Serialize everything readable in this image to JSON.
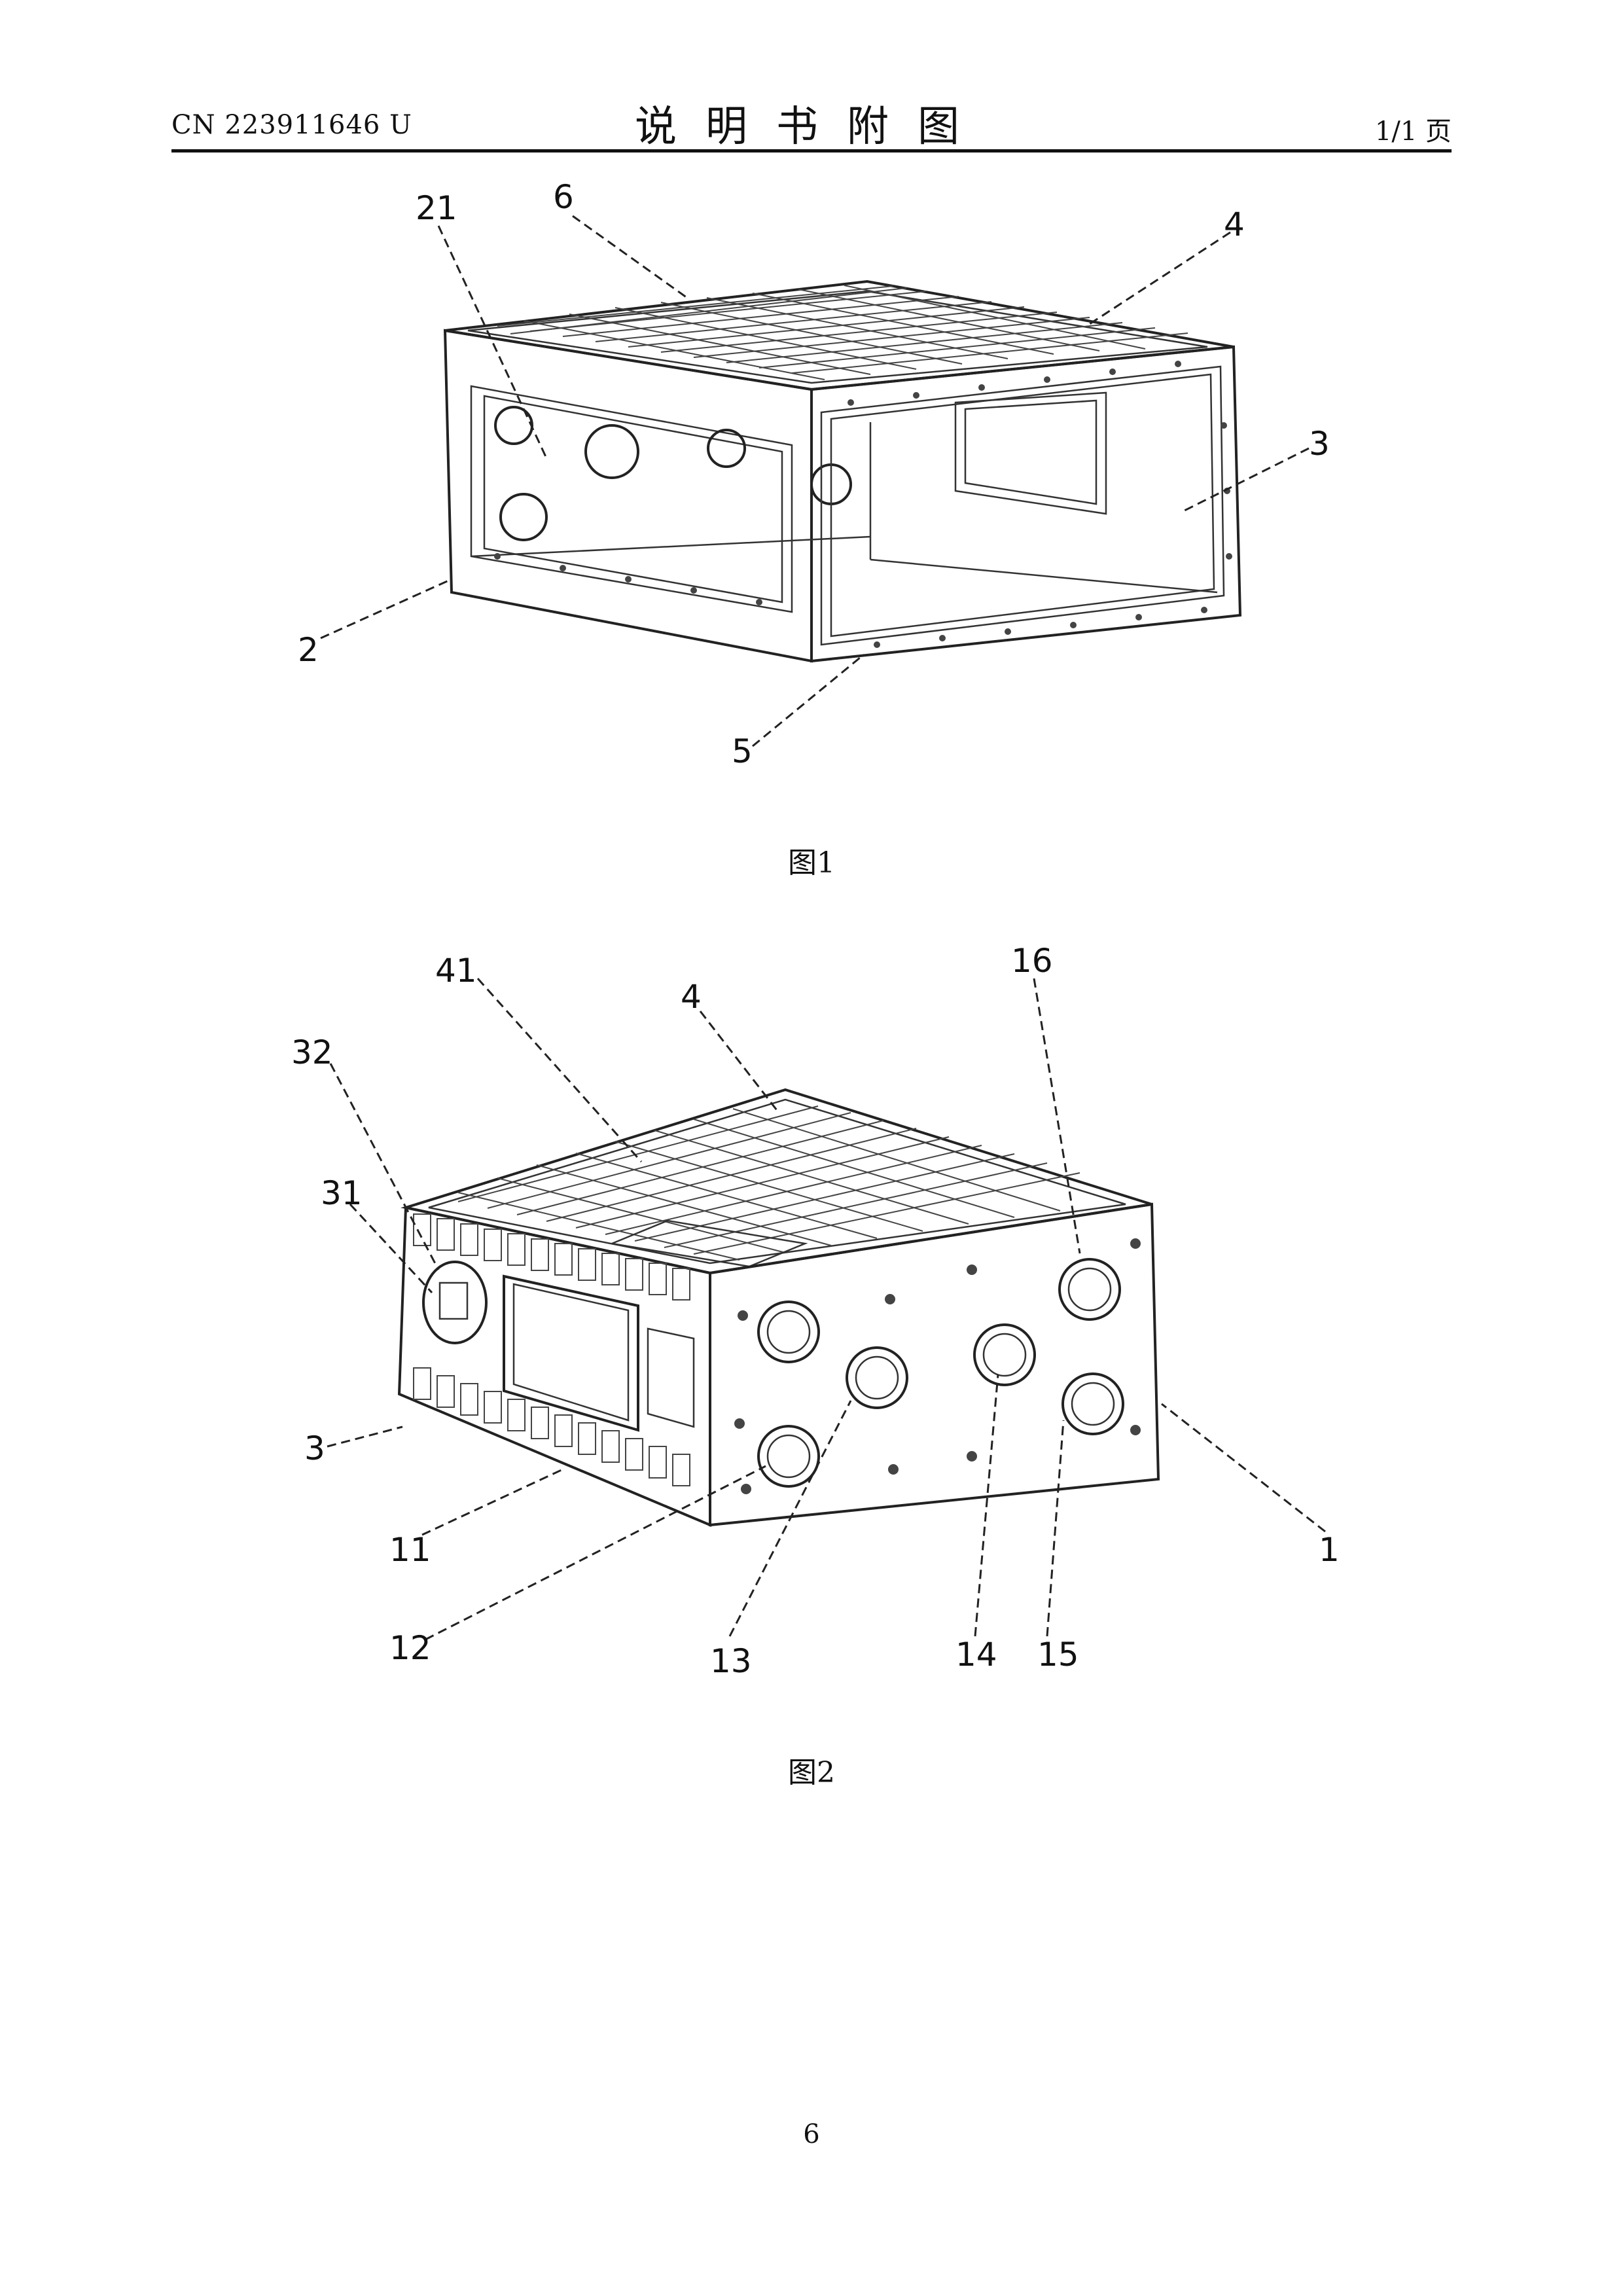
{
  "header": {
    "doc_number": "CN 223911646 U",
    "title": "说明书附图",
    "page_label": "1/1 页"
  },
  "figure1": {
    "caption": "图1",
    "labels": [
      "21",
      "6",
      "4",
      "3",
      "2",
      "5"
    ]
  },
  "figure2": {
    "caption": "图2",
    "labels": [
      "41",
      "4",
      "16",
      "32",
      "31",
      "3",
      "11",
      "12",
      "13",
      "14",
      "15",
      "1"
    ]
  },
  "footer": {
    "page_number": "6"
  }
}
